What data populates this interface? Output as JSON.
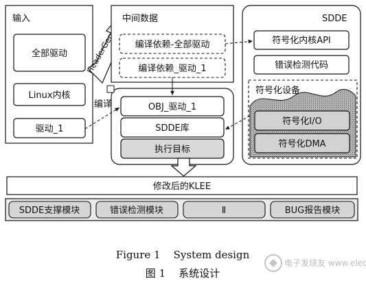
{
  "input": {
    "title": "输入",
    "items": [
      "全部驱动",
      "Linux内核",
      "驱动_1"
    ]
  },
  "headergen": "HeaderGen",
  "middle": {
    "title": "中间数据",
    "items": [
      "编译依赖-全部驱动",
      "编译依赖_驱动_1"
    ]
  },
  "compile": {
    "label": "编译",
    "items": [
      "OBJ_驱动_1",
      "SDDE库",
      "执行目标"
    ]
  },
  "sdde": {
    "title": "SDDE",
    "items": [
      "符号化内核API",
      "错误检测代码"
    ],
    "device_group": {
      "title": "符号化设备",
      "items": [
        "符号化I/O",
        "符号化DMA"
      ]
    }
  },
  "klee": "修改后的KLEE",
  "modules": [
    "SDDE支撑模块",
    "错误检测模块",
    "Ⅱ",
    "BUG报告模块"
  ],
  "caption": {
    "en": "Figure 1    System design",
    "zh": "图 1    系统设计"
  },
  "watermark": "电子发烧友 www.elecfans.com"
}
